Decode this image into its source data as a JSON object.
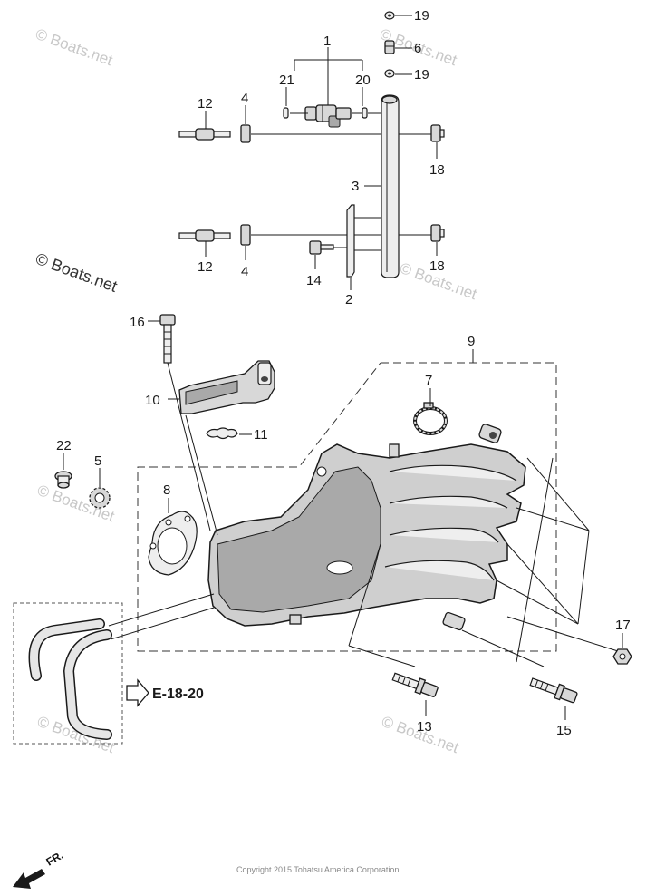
{
  "callouts": {
    "c1": "1",
    "c2": "2",
    "c3": "3",
    "c4a": "4",
    "c4b": "4",
    "c5": "5",
    "c6": "6",
    "c7": "7",
    "c8": "8",
    "c9": "9",
    "c10": "10",
    "c11": "11",
    "c12a": "12",
    "c12b": "12",
    "c13": "13",
    "c14": "14",
    "c15": "15",
    "c16": "16",
    "c17": "17",
    "c18a": "18",
    "c18b": "18",
    "c19a": "19",
    "c19b": "19",
    "c20": "20",
    "c21": "21",
    "c22": "22"
  },
  "reference": {
    "label": "E-18-20"
  },
  "direction": {
    "label": "FR."
  },
  "watermark": {
    "text": "© Boats.net"
  },
  "copyright": {
    "text": "Copyright 2015 Tohatsu America Corporation"
  }
}
